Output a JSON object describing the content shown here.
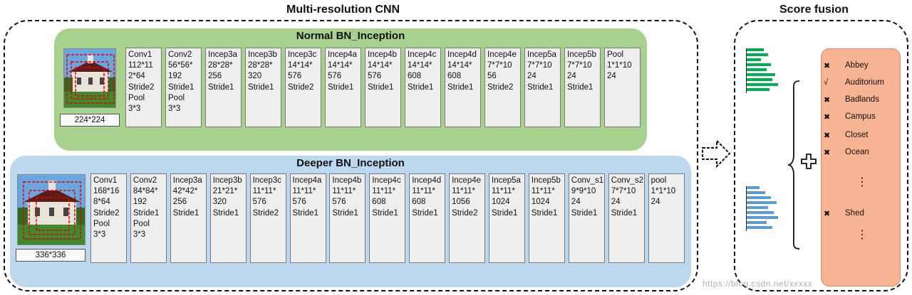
{
  "titles": {
    "cnn": "Multi-resolution CNN",
    "fusion": "Score fusion"
  },
  "normal": {
    "name": "Normal BN_Inception",
    "resolution": "224*224",
    "layers": [
      {
        "name": "Conv1",
        "lines": [
          "112*11",
          "2*64",
          "Stride2",
          "Pool",
          "3*3"
        ]
      },
      {
        "name": "Conv2",
        "lines": [
          "56*56*",
          "192",
          "Stride1",
          "Pool",
          "3*3"
        ]
      },
      {
        "name": "Incep3a",
        "lines": [
          "28*28*",
          "256",
          "Stride1"
        ]
      },
      {
        "name": "Incep3b",
        "lines": [
          "28*28*",
          "320",
          "Stride1"
        ]
      },
      {
        "name": "Incep3c",
        "lines": [
          "14*14*",
          "576",
          "Stride2"
        ]
      },
      {
        "name": "Incep4a",
        "lines": [
          "14*14*",
          "576",
          "Stride1"
        ]
      },
      {
        "name": "Incep4b",
        "lines": [
          "14*14*",
          "576",
          "Stride1"
        ]
      },
      {
        "name": "Incep4c",
        "lines": [
          "14*14*",
          "608",
          "Stride1"
        ]
      },
      {
        "name": "Incep4d",
        "lines": [
          "14*14*",
          "608",
          "Stride1"
        ]
      },
      {
        "name": "Incep4e",
        "lines": [
          "7*7*10",
          "56",
          "Stride2"
        ]
      },
      {
        "name": "Incep5a",
        "lines": [
          "7*7*10",
          "24",
          "Stride1"
        ]
      },
      {
        "name": "Incep5b",
        "lines": [
          "7*7*10",
          "24",
          "Stride1"
        ]
      },
      {
        "name": "Pool",
        "lines": [
          "1*1*10",
          "24"
        ]
      }
    ]
  },
  "deeper": {
    "name": "Deeper BN_Inception",
    "resolution": "336*336",
    "layers": [
      {
        "name": "Conv1",
        "lines": [
          "168*16",
          "8*64",
          "Stride2",
          "Pool",
          "3*3"
        ]
      },
      {
        "name": "Conv2",
        "lines": [
          "84*84*",
          "192",
          "Stride1",
          "Pool",
          "3*3"
        ]
      },
      {
        "name": "Incep3a",
        "lines": [
          "42*42*",
          "256",
          "Stride1"
        ]
      },
      {
        "name": "Incep3b",
        "lines": [
          "21*21*",
          "320",
          "Stride1"
        ]
      },
      {
        "name": "Incep3c",
        "lines": [
          "11*11*",
          "576",
          "Stride2"
        ]
      },
      {
        "name": "Incep4a",
        "lines": [
          "11*11*",
          "576",
          "Stride1"
        ]
      },
      {
        "name": "Incep4b",
        "lines": [
          "11*11*",
          "576",
          "Stride1"
        ]
      },
      {
        "name": "Incep4c",
        "lines": [
          "11*11*",
          "608",
          "Stride1"
        ]
      },
      {
        "name": "Incep4d",
        "lines": [
          "11*11*",
          "608",
          "Stride1"
        ]
      },
      {
        "name": "Incep4e",
        "lines": [
          "11*11*",
          "1056",
          "Stride2"
        ]
      },
      {
        "name": "Incep5a",
        "lines": [
          "11*11*",
          "1024",
          "Stride1"
        ]
      },
      {
        "name": "Incep5b",
        "lines": [
          "11*11*",
          "1024",
          "Stride1"
        ]
      },
      {
        "name": "Conv_s1",
        "lines": [
          "9*9*10",
          "24",
          "Stride1"
        ]
      },
      {
        "name": "Conv_s2",
        "lines": [
          "7*7*10",
          "24",
          "Stride1"
        ]
      },
      {
        "name": "pool",
        "lines": [
          "1*1*10",
          "24"
        ]
      }
    ]
  },
  "fusion": {
    "operator": "+",
    "categories": [
      {
        "mark": "✖",
        "label": "Abbey"
      },
      {
        "mark": "√",
        "label": "Auditorium"
      },
      {
        "mark": "✖",
        "label": "Badlands"
      },
      {
        "mark": "✖",
        "label": "Campus"
      },
      {
        "mark": "✖",
        "label": "Closet"
      },
      {
        "mark": "✖",
        "label": "Ocean"
      },
      {
        "mark": "",
        "label": "⋮"
      },
      {
        "mark": "✖",
        "label": "Shed"
      },
      {
        "mark": "",
        "label": "⋮"
      }
    ]
  },
  "watermark": "https://blog.csdn.net/xxxxx",
  "colors": {
    "normal_bg": "#a9d18e",
    "deeper_bg": "#bdd7ee",
    "green_bar": "#00b050",
    "blue_bar": "#5b9bd5",
    "score_bg": "#f6b493"
  }
}
